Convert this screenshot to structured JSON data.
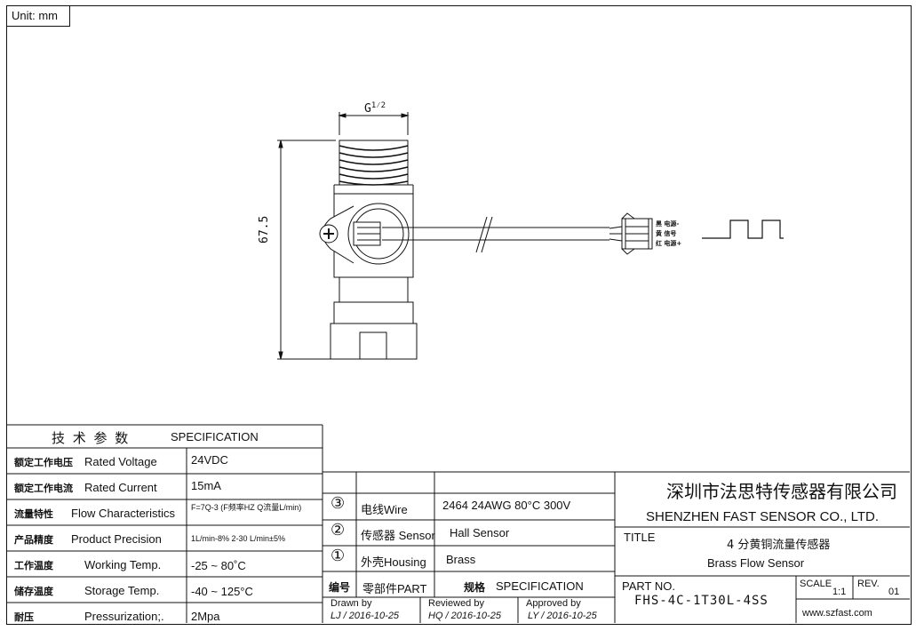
{
  "unit_label": "Unit: mm",
  "drawing": {
    "thread_label": "G",
    "thread_fraction": "1⁄2",
    "height_dim": "67.5",
    "wire_labels": [
      "黑 电源-",
      "黄 信号",
      "红 电源+"
    ]
  },
  "spec": {
    "header_cn": "技  术  参  数",
    "header_en": "SPECIFICATION",
    "rows": [
      {
        "cn": "额定工作电压",
        "en": "Rated Voltage",
        "value": "24VDC"
      },
      {
        "cn": "额定工作电流",
        "en": "Rated Current",
        "value": "15mA"
      },
      {
        "cn": "流量特性",
        "en": "Flow Characteristics",
        "value": "F=7Q-3 (F频率HZ  Q流量L/min)"
      },
      {
        "cn": "产品精度",
        "en": "Product Precision",
        "value": "1L/min-8%   2-30 L/min±5%"
      },
      {
        "cn": "工作温度",
        "en": "Working Temp.",
        "value": "-25 ~ 80˚C"
      },
      {
        "cn": "储存温度",
        "en": "Storage Temp.",
        "value": "-40 ~ 125°C"
      },
      {
        "cn": "耐压",
        "en": "Pressurization;.",
        "value": "2Mpa"
      }
    ]
  },
  "parts": {
    "rows": [
      {
        "no": "③",
        "part": "电线Wire",
        "spec": "2464 24AWG 80°C 300V"
      },
      {
        "no": "②",
        "part": "传感器 Sensor",
        "spec": "Hall Sensor"
      },
      {
        "no": "①",
        "part": "外壳Housing",
        "spec": "Brass"
      }
    ],
    "header": {
      "no": "编号",
      "part": "零部件PART",
      "spec_cn": "规格",
      "spec_en": "SPECIFICATION"
    },
    "drawn_by": {
      "label": "Drawn by",
      "value": "LJ / 2016-10-25"
    },
    "reviewed_by": {
      "label": "Reviewed by",
      "value": "HQ / 2016-10-25"
    },
    "approved_by": {
      "label": "Approved by",
      "value": "LY / 2016-10-25"
    }
  },
  "title_block": {
    "company_cn": "深圳市法思特传感器有限公司",
    "company_en": "SHENZHEN FAST SENSOR CO., LTD.",
    "title_label": "TITLE",
    "title_cn": "4 分黄铜流量传感器",
    "title_en": "Brass Flow Sensor",
    "part_no_label": "PART NO.",
    "part_no": "FHS-4C-1T30L-4SS",
    "scale_label": "SCALE",
    "scale_value": "1:1",
    "rev_label": "REV.",
    "rev_value": "01",
    "website": "www.szfast.com"
  }
}
